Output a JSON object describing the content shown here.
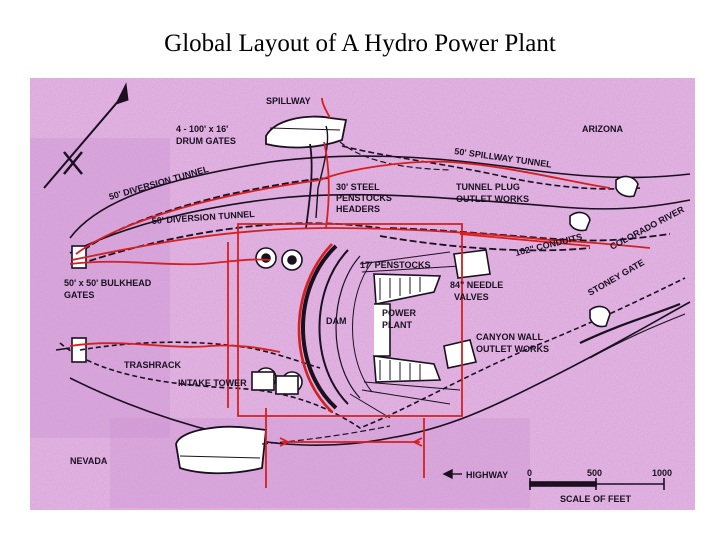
{
  "title": "Global Layout of A Hydro Power Plant",
  "labels": {
    "spillway": "SPILLWAY",
    "drum_gates_1": "4 - 100' x 16'",
    "drum_gates_2": "DRUM GATES",
    "arizona": "ARIZONA",
    "spillway_tunnel": "50' SPILLWAY TUNNEL",
    "diversion_tunnel_1": "50' DIVERSION TUNNEL",
    "diversion_tunnel_2": "50' DIVERSION TUNNEL",
    "steel_penstocks_1": "30' STEEL",
    "steel_penstocks_2": "PENSTOCKS",
    "steel_penstocks_3": "HEADERS",
    "tunnel_plug_1": "TUNNEL PLUG",
    "tunnel_plug_2": "OUTLET WORKS",
    "conduits": "102\" CONDUITS",
    "colorado_river": "COLORADO RIVER",
    "penstocks_17": "17' PENSTOCKS",
    "bulkhead_1": "50' x 50' BULKHEAD",
    "bulkhead_2": "GATES",
    "needle_valves_1": "84\" NEEDLE",
    "needle_valves_2": "VALVES",
    "stoney_gate": "STONEY GATE",
    "dam": "DAM",
    "power_plant_1": "POWER",
    "power_plant_2": "PLANT",
    "canyon_wall_1": "CANYON WALL",
    "canyon_wall_2": "OUTLET WORKS",
    "trashrack": "TRASHRACK",
    "intake_tower": "INTAKE TOWER",
    "nevada": "NEVADA",
    "highway": "HIGHWAY",
    "scale_0": "0",
    "scale_500": "500",
    "scale_1000": "1000",
    "scale_of_feet": "SCALE OF FEET"
  },
  "colors": {
    "paper": "#e8bde6",
    "ink": "#1a1020",
    "annotation": "#d42020"
  }
}
